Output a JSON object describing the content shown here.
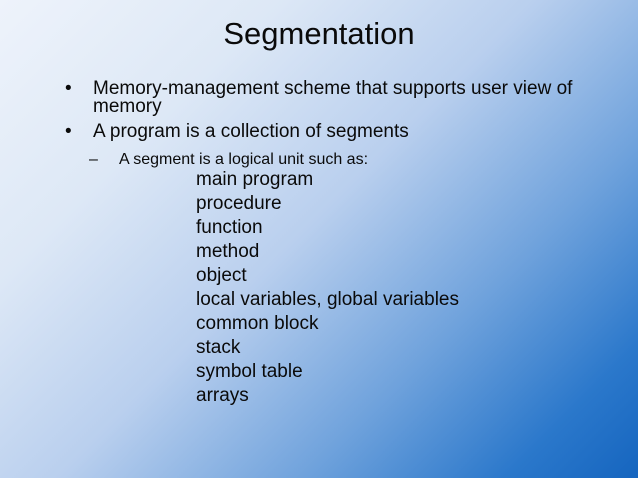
{
  "slide": {
    "title": "Segmentation",
    "bullets": [
      {
        "marker": "•",
        "text": "Memory-management scheme that supports user view of memory"
      },
      {
        "marker": "•",
        "text": "A program is a collection of segments"
      }
    ],
    "sub_bullet": {
      "marker": "–",
      "text": "A segment is a logical unit such as:"
    },
    "items": [
      "main program",
      "procedure",
      "function",
      "method",
      "object",
      "local variables, global variables",
      "common block",
      "stack",
      "symbol table",
      "arrays"
    ]
  }
}
